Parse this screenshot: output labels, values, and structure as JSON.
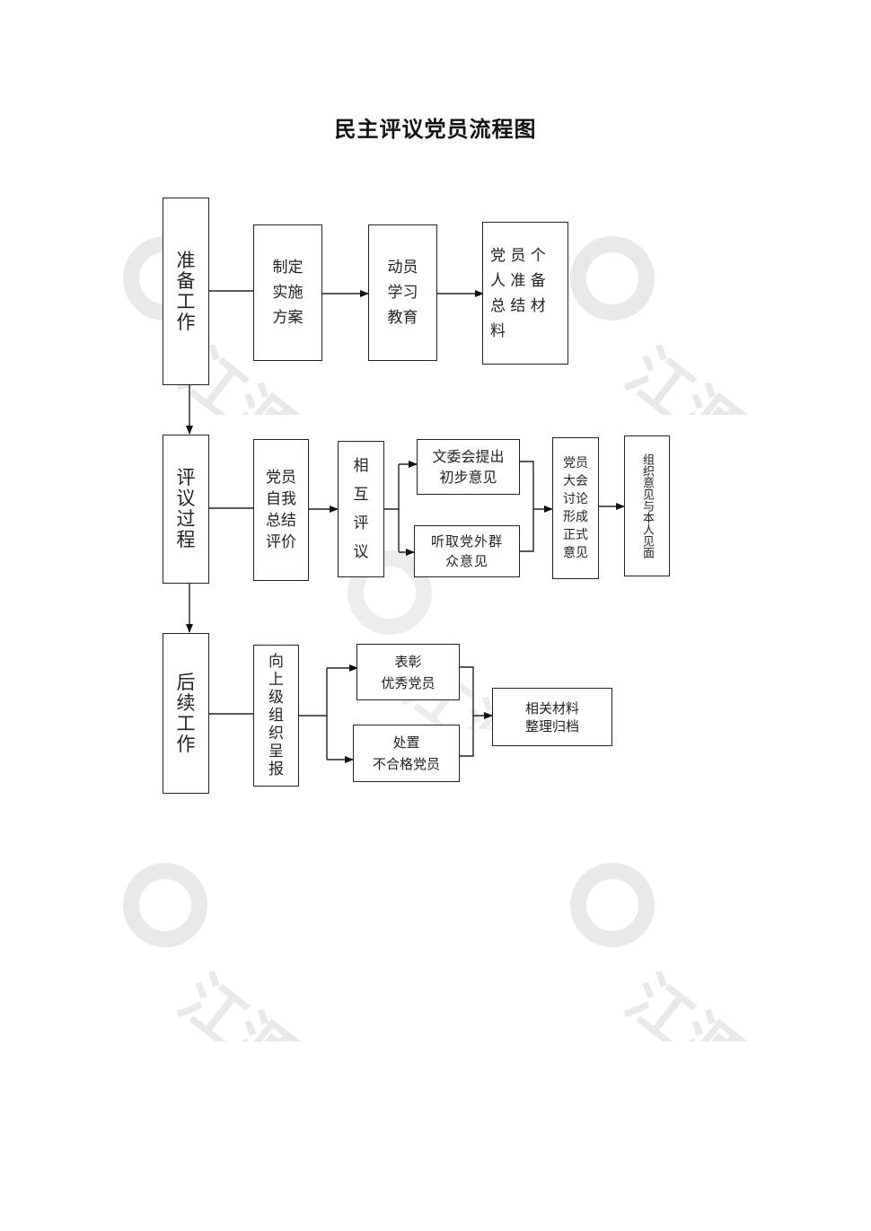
{
  "title": "民主评议党员流程图",
  "stages": {
    "prepare": "准\n备\n工\n作",
    "evaluate": "评\n议\n过\n程",
    "follow": "后\n续\n工\n作"
  },
  "steps": {
    "plan": "制定\n实施\n方案",
    "mobilize": "动员\n学习\n教育",
    "summary": "党 员 个\n人 准 备\n总 结 材\n料",
    "self_eval": "党员\n自我\n总结\n评价",
    "mutual": "相\n互\n评\n议",
    "committee": "文委会提出\n初步意见",
    "public": "听取党外群\n众意见",
    "meeting": "党员\n大会\n讨论\n形成\n正式\n意见",
    "org_opinion": "组织意见与本人见面",
    "report": "向\n上\n级\n组\n织\n呈\n报",
    "praise": "表彰\n优秀党员",
    "handle": "处置\n不合格党员",
    "archive": "相关材料\n整理归档"
  },
  "watermark": {
    "text": "江源",
    "color": "#e9e9e9"
  }
}
